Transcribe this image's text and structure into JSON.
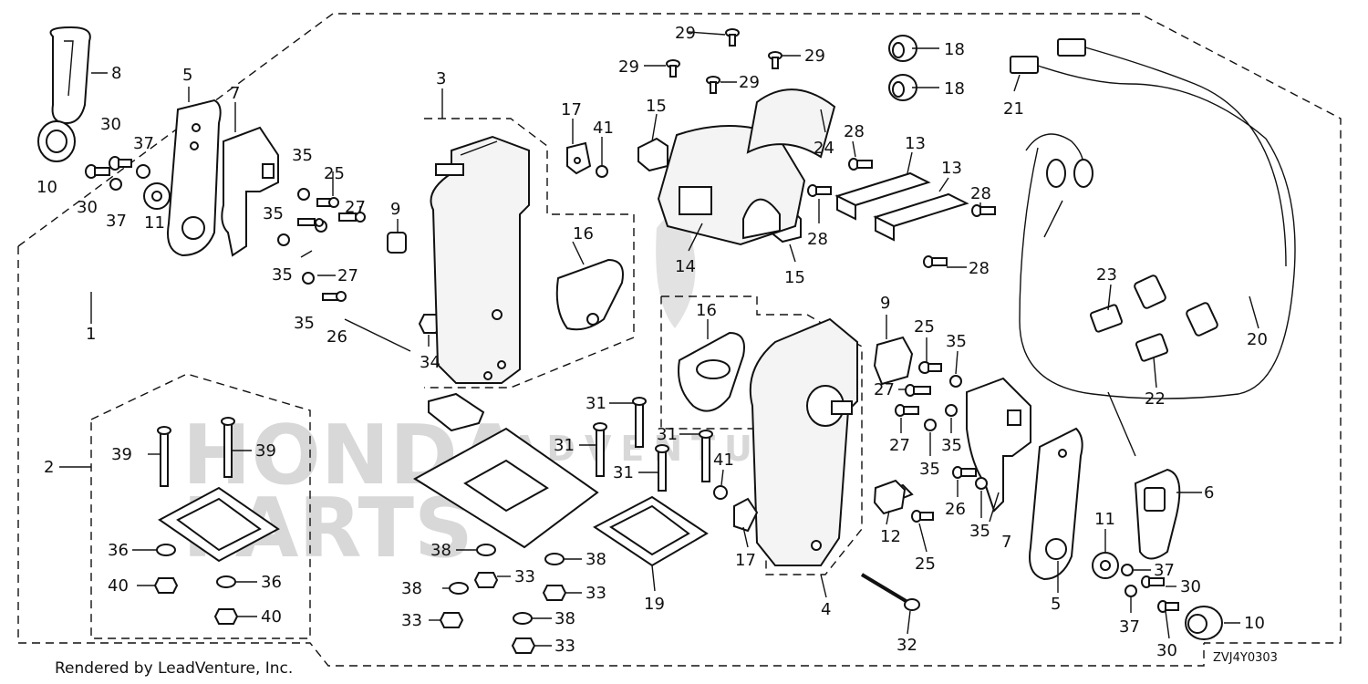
{
  "footer": {
    "rendered_by": "Rendered by LeadVenture, Inc.",
    "diagram_code": "ZVJ4Y0303"
  },
  "watermark": {
    "line1": "HONDA",
    "line2": "PARTS",
    "band": "ADVENTURE"
  },
  "callouts": {
    "c1": "1",
    "c2": "2",
    "c3": "3",
    "c4": "4",
    "c5a": "5",
    "c5b": "5",
    "c6": "6",
    "c7a": "7",
    "c7b": "7",
    "c8": "8",
    "c9a": "9",
    "c9b": "9",
    "c10a": "10",
    "c10b": "10",
    "c11a": "11",
    "c11b": "11",
    "c12": "12",
    "c13a": "13",
    "c13b": "13",
    "c14": "14",
    "c15a": "15",
    "c15b": "15",
    "c16a": "16",
    "c16b": "16",
    "c17a": "17",
    "c17b": "17",
    "c18a": "18",
    "c18b": "18",
    "c19": "19",
    "c20": "20",
    "c21": "21",
    "c22": "22",
    "c23": "23",
    "c24": "24",
    "c25a": "25",
    "c25b": "25",
    "c25c": "25",
    "c26a": "26",
    "c26b": "26",
    "c27a": "27",
    "c27b": "27",
    "c27c": "27",
    "c27d": "27",
    "c28a": "28",
    "c28b": "28",
    "c28c": "28",
    "c28d": "28",
    "c29a": "29",
    "c29b": "29",
    "c29c": "29",
    "c29d": "29",
    "c30a": "30",
    "c30b": "30",
    "c30c": "30",
    "c30d": "30",
    "c31a": "31",
    "c31b": "31",
    "c31c": "31",
    "c31d": "31",
    "c32": "32",
    "c33a": "33",
    "c33b": "33",
    "c33c": "33",
    "c33d": "33",
    "c34": "34",
    "c35a": "35",
    "c35b": "35",
    "c35c": "35",
    "c35d": "35",
    "c35e": "35",
    "c35f": "35",
    "c35g": "35",
    "c35h": "35",
    "c36a": "36",
    "c36b": "36",
    "c37a": "37",
    "c37b": "37",
    "c37c": "37",
    "c37d": "37",
    "c38a": "38",
    "c38b": "38",
    "c38c": "38",
    "c38d": "38",
    "c39a": "39",
    "c39b": "39",
    "c40a": "40",
    "c40b": "40",
    "c41a": "41",
    "c41b": "41"
  }
}
